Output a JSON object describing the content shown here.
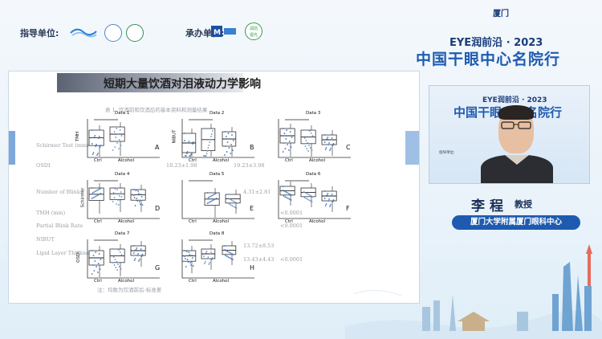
{
  "header": {
    "guide_label": "指导单位:",
    "host_label": "承办单位:",
    "host_logo2_text": "润前\n视光",
    "city_badge": "厦门",
    "event_name": "EYE润前沿 · 2023",
    "event_title": "中国干眼中心名院行"
  },
  "slide": {
    "title": "短期大量饮酒对泪液动力学影响",
    "table_caption": "表 1. 饮酒前和饮酒后的基本资料和测量结果",
    "ghost_rows": [
      "Schirmer Test (mm)",
      "OSDI",
      "Number of Blinks",
      "TMH (mm)",
      "Partial Blink Rate",
      "NIBUT",
      "Lipid Layer Thickness"
    ],
    "ghost_values": [
      "18.23±1.98",
      "19.23±3.98",
      "4.31±2.81",
      "<0.0001",
      "<0.0001",
      "13.72±8.53",
      "13.43±4.43",
      "<0.0001"
    ],
    "footnote": "注：均数为饮酒前后-标准差",
    "panels": [
      {
        "title": "Data 1",
        "letter": "A",
        "ylabel": "TMH"
      },
      {
        "title": "Data 2",
        "letter": "B",
        "ylabel": "NIBUT"
      },
      {
        "title": "Data 3",
        "letter": "C",
        "ylabel": ""
      },
      {
        "title": "Data 4",
        "letter": "D",
        "ylabel": "Schirmer"
      },
      {
        "title": "Data 5",
        "letter": "E",
        "ylabel": ""
      },
      {
        "title": "Data 6",
        "letter": "F",
        "ylabel": ""
      },
      {
        "title": "Data 7",
        "letter": "G",
        "ylabel": "OSDI"
      },
      {
        "title": "Data 8",
        "letter": "H",
        "ylabel": ""
      }
    ],
    "xlabels": [
      "Ctrl",
      "Alcohol"
    ]
  },
  "video": {
    "bg_event_name": "EYE润前沿 · 2023",
    "bg_event_title": "中国干眼中心名院行",
    "bg_guide": "指导单位:"
  },
  "speaker": {
    "name": "李程",
    "title": "教授",
    "affiliation": "厦门大学附属厦门眼科中心"
  },
  "colors": {
    "brand_blue": "#1f5bb0",
    "navy": "#1a2f55",
    "affil_bg": "#1e5bb0"
  }
}
